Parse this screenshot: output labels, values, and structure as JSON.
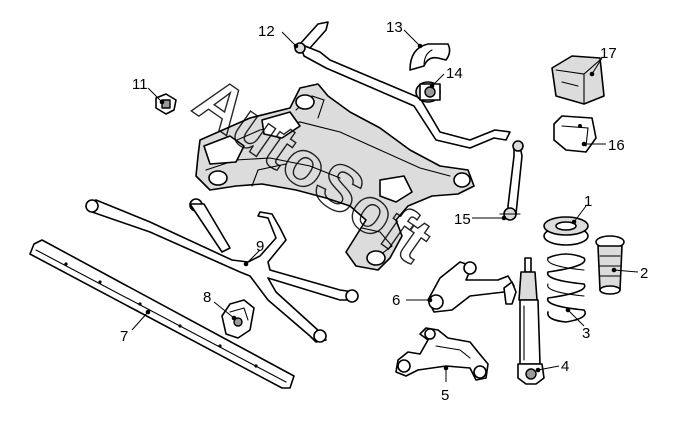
{
  "watermark": "AutoSoft",
  "callouts": [
    {
      "id": "1",
      "part": "upper spring seat"
    },
    {
      "id": "2",
      "part": "bump stop"
    },
    {
      "id": "3",
      "part": "coil spring"
    },
    {
      "id": "4",
      "part": "shock absorber"
    },
    {
      "id": "5",
      "part": "lower control arm"
    },
    {
      "id": "6",
      "part": "upper control arm"
    },
    {
      "id": "7",
      "part": "reinforcement bar"
    },
    {
      "id": "8",
      "part": "mount bracket"
    },
    {
      "id": "9",
      "part": "cross brace"
    },
    {
      "id": "11",
      "part": "mounting bolt"
    },
    {
      "id": "12",
      "part": "stabilizer bar"
    },
    {
      "id": "13",
      "part": "stabilizer bar clamp"
    },
    {
      "id": "14",
      "part": "stabilizer bar bushing"
    },
    {
      "id": "15",
      "part": "stabilizer link"
    },
    {
      "id": "16",
      "part": "subframe mount lower"
    },
    {
      "id": "17",
      "part": "subframe mount upper"
    }
  ]
}
